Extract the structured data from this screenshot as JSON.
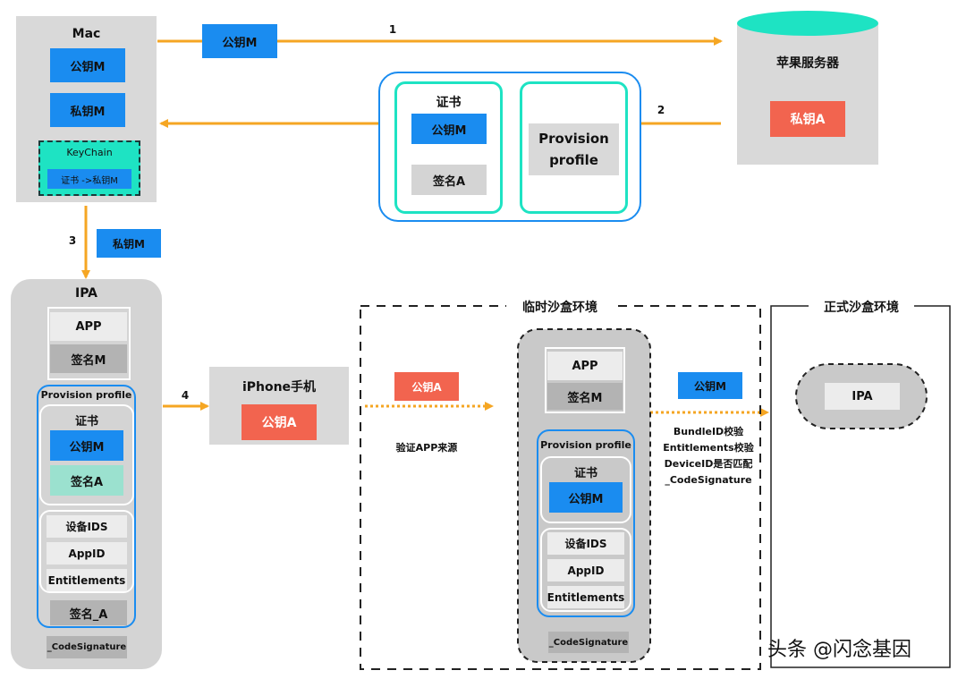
{
  "mac": {
    "title": "Mac",
    "public_key": "公钥M",
    "private_key": "私钥M",
    "keychain_title": "KeyChain",
    "keychain_item": "证书 ->私钥M"
  },
  "arrow1": {
    "num": "1",
    "label": "公钥M"
  },
  "arrow2": {
    "num": "2"
  },
  "arrow3": {
    "num": "3",
    "label": "私钥M"
  },
  "arrow4": {
    "num": "4"
  },
  "apple_server": {
    "title": "苹果服务器",
    "private_key": "私钥A"
  },
  "certificate_group": {
    "cert_title": "证书",
    "cert_public": "公钥M",
    "cert_sign": "签名A",
    "provision": "Provision profile"
  },
  "ipa": {
    "title": "IPA",
    "app": "APP",
    "sign_m": "签名M",
    "provision_title": "Provision profile",
    "cert_title": "证书",
    "cert_public": "公钥M",
    "cert_sign": "签名A",
    "device_ids": "设备IDS",
    "app_id": "AppID",
    "entitlements": "Entitlements",
    "sign_a": "签名_A",
    "code_signature": "_CodeSignature"
  },
  "iphone": {
    "title": "iPhone手机",
    "public_key": "公钥A"
  },
  "verify": {
    "badge": "公钥A",
    "caption": "验证APP来源"
  },
  "temp_sandbox": {
    "title": "临时沙盒环境",
    "app": "APP",
    "sign_m": "签名M",
    "provision_title": "Provision profile",
    "cert_title": "证书",
    "cert_public": "公钥M",
    "device_ids": "设备IDS",
    "app_id": "AppID",
    "entitlements": "Entitlements",
    "code_signature": "_CodeSignature"
  },
  "checks": {
    "badge": "公钥M",
    "lines": [
      "BundleID校验",
      "Entitlements校验",
      "DeviceID是否匹配",
      "_CodeSignature"
    ]
  },
  "formal_sandbox": {
    "title": "正式沙盒环境",
    "ipa": "IPA"
  },
  "watermark": "头条 @闪念基因",
  "colors": {
    "arrow": "#f5a623",
    "blue": "#1a8cf0",
    "red": "#f2644f",
    "teal": "#1ee3c3"
  }
}
